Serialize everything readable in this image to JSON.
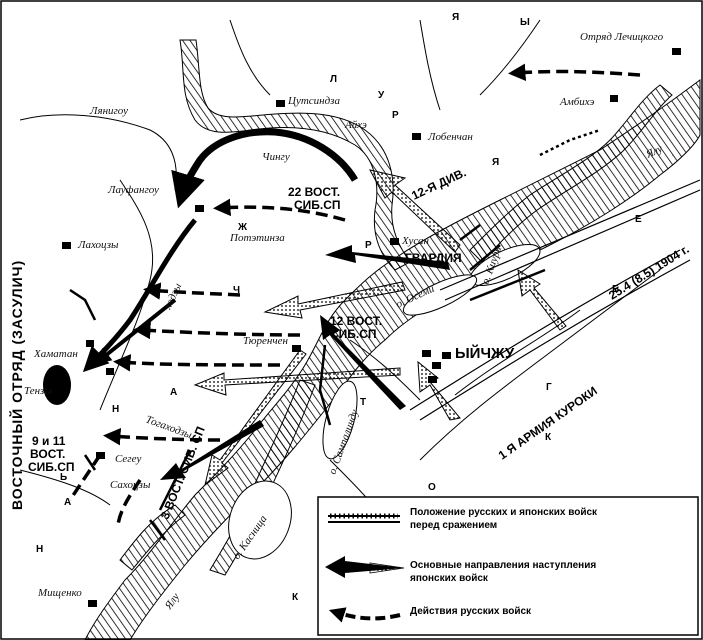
{
  "map": {
    "places": {
      "lyanshigou": "Лянигоу",
      "tsutsindza": "Цутсиндза",
      "laoshankhi": "Айхэ",
      "lobenchan": "Лобенчан",
      "laufangou": "Лауфангоу",
      "chingu": "Чингу",
      "lakhotsen": "Лахоцзы",
      "potsinyaza": "Потэтинза",
      "khusan": "Хусан",
      "tyurenchen": "Тюренчен",
      "khamatan": "Хаматан",
      "tenzy": "Тензы",
      "togakhodzy": "Тогаходзы",
      "cheguo": "Сегеу",
      "sakhotsi": "Сахоцзы",
      "mishchenko": "Мищенко",
      "ambikhe": "Амбихэ",
      "otryad": "Отряд Лечицкого",
      "ichzhu": "ЫЙЧЖУ",
      "island_kiuri": "о. Киури",
      "island_osemi": "о. Осеми",
      "island_sampalindu": "о. Сампалинду",
      "island_kasnitsa": "о. Касница",
      "river_yalu": "Ялу",
      "river_yalu2": "Ялу",
      "khody": "ходзы"
    },
    "units": {
      "u22": "22 ВОСТ.",
      "u22b": "СИБ.СП",
      "u12": "12 ВОСТ.",
      "u12b": "СИБ.СП",
      "gvardia": "ГВАРДИЯ",
      "div12": "12-Я ДИВ.",
      "u9": "9 и 11",
      "u9b": "ВОСТ.",
      "u9c": "СИБ.СП",
      "u3": "3 ВОСТ. СИБ. СП",
      "army": "1 Я АРМИЯ КУРОКИ",
      "date": "25.4 (8.5) 1904 г.",
      "vert": "ВОСТОЧНЫЙ ОТРЯД (ЗАСУЛИЧ)"
    },
    "letters": [
      "Я",
      "Л",
      "У",
      "Р",
      "Ж",
      "Ч",
      "А",
      "Н",
      "Ь",
      "А",
      "К",
      "О",
      "Р",
      "Е",
      "Я",
      "Г",
      "Б",
      "К",
      "Н",
      "Ы",
      "Т"
    ]
  },
  "legend": {
    "item1_line1": "Положение русских и японских войск",
    "item1_line2": "перед сражением",
    "item2_line1": "Основные направления наступления",
    "item2_line2": "японских войск",
    "item3": "Действия русских  войск"
  }
}
